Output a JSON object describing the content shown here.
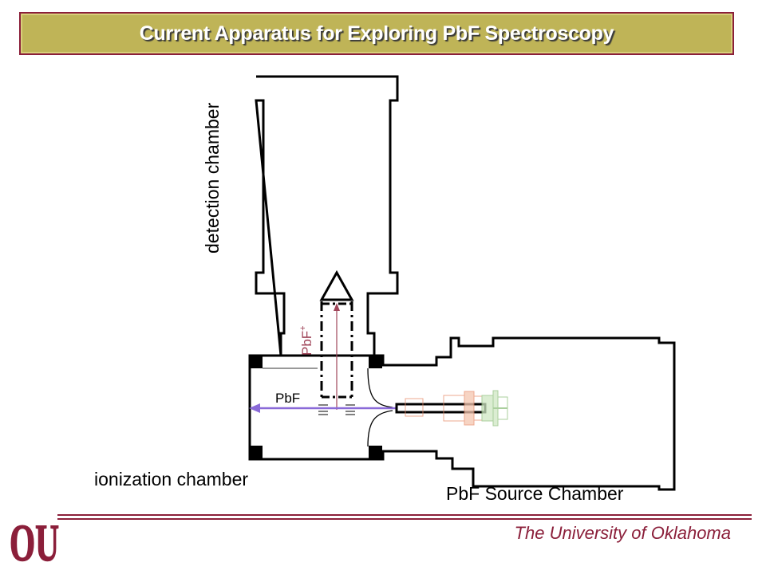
{
  "slide": {
    "title": "Current Apparatus for Exploring PbF Spectroscopy",
    "footer": "The University of Oklahoma"
  },
  "logo": {
    "letters": "OU",
    "color": "#8b1f3a"
  },
  "diagram": {
    "labels": {
      "detection": "detection chamber",
      "ionization": "ionization chamber",
      "source": "PbF Source Chamber",
      "beam": "PbF",
      "ion_base": "PbF",
      "ion_sup": "+"
    },
    "colors": {
      "beam": "#8a6ad8",
      "ion": "#a0465a",
      "title_bg": "#bfb457",
      "accent": "#8b1f3a"
    }
  }
}
